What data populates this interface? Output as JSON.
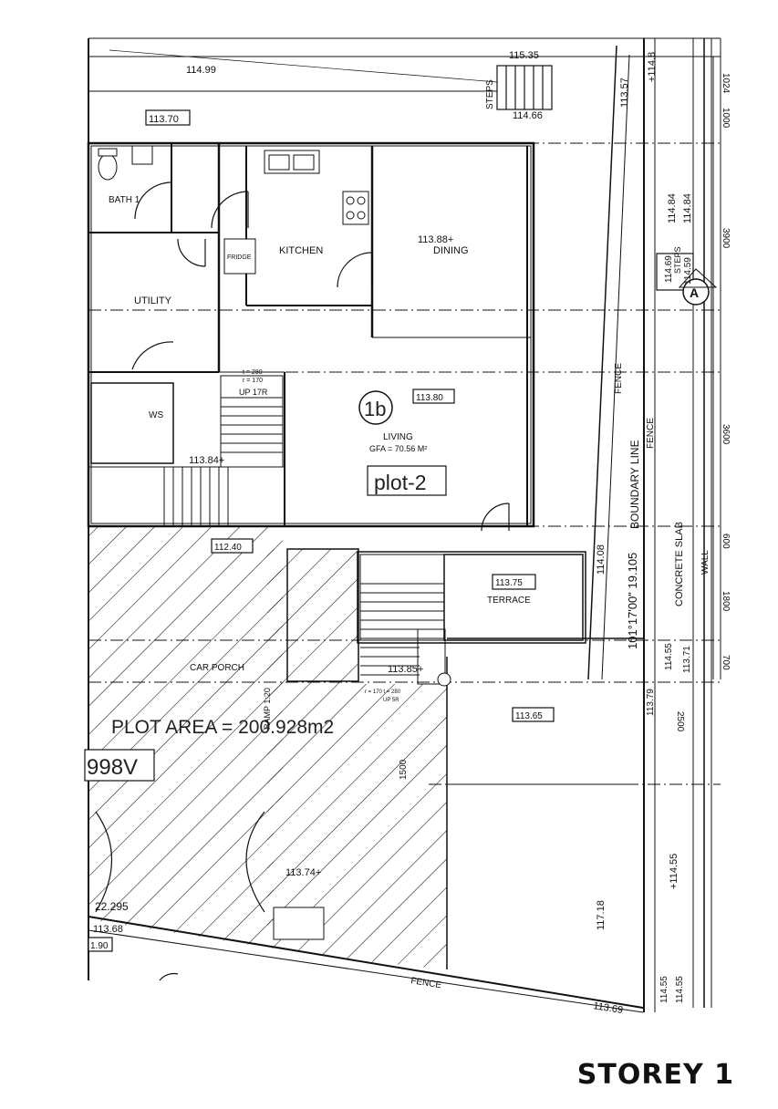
{
  "sheet": {
    "title": "STOREY 1",
    "plot_label": "plot-2",
    "plot_area": "PLOT AREA = 200.928m2",
    "unit_id": "1b",
    "partial_code": "998V"
  },
  "rooms": {
    "bath": "BATH 1",
    "kitchen": "KITCHEN",
    "fridge": "FRIDGE",
    "dining": "DINING",
    "utility": "UTILITY",
    "ws": "WS",
    "living": "LIVING",
    "gfa": "GFA = 70.56 M²",
    "terrace": "TERRACE",
    "car_porch": "CAR PORCH",
    "steps": "STEPS"
  },
  "levels": {
    "l1": "114.99",
    "l2": "113.70",
    "l3": "115.35",
    "l4": "114.66",
    "l5": "113.88+",
    "l6": "113.80",
    "l7": "113.84+",
    "l8": "112.40",
    "l9": "113.75",
    "l10": "113.85+",
    "l11": "113.65",
    "l12": "113.74+",
    "l13": "114.08",
    "l14": "114.55",
    "l15": "113.69",
    "l16": "117.18",
    "l17": "113.68",
    "l18": "114.84",
    "l19": "114.69",
    "l20": "114.59",
    "l21": "113.57",
    "l22": "113.71",
    "l23": "113.79",
    "l24": "+114.55",
    "l25": "+114.8"
  },
  "labels": {
    "fence": "FENCE",
    "boundary": "BOUNDARY LINE",
    "concrete": "CONCRETE SLAB",
    "wall": "WALL",
    "bearing": "101°17'00\" 19.105",
    "dist": "22.295",
    "small_1": "1.90",
    "stair_up1": "UP 17R",
    "stair_up1_r": "r = 170",
    "stair_up1_t": "t = 280",
    "stair_up2": "UP 5R",
    "stair_up2_rt": "r = 170 t = 280",
    "section": "A",
    "ramp_a": "1500",
    "ramp_note": "RAMP 1:20"
  },
  "dimensions": [
    "1024",
    "1000",
    "3900",
    "3600",
    "600",
    "1800",
    "700",
    "2500"
  ]
}
